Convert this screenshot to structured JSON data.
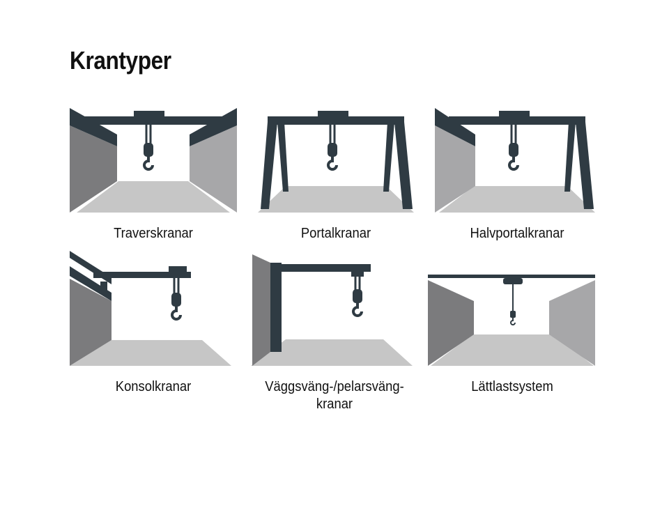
{
  "title": "Krantyper",
  "colors": {
    "steel": "#2f3b43",
    "wall_dark": "#7b7b7d",
    "wall_light": "#a7a7a9",
    "floor": "#c6c6c6",
    "background": "#ffffff"
  },
  "cranes": [
    {
      "label": "Traverskranar",
      "icon": "overhead-crane-icon"
    },
    {
      "label": "Portalkranar",
      "icon": "gantry-crane-icon"
    },
    {
      "label": "Halvportalkranar",
      "icon": "semi-gantry-crane-icon"
    },
    {
      "label": "Konsolkranar",
      "icon": "wall-console-crane-icon"
    },
    {
      "label": "Väggsväng-/pelarsväng-\nkranar",
      "icon": "jib-crane-icon"
    },
    {
      "label": "Lättlastsystem",
      "icon": "light-crane-system-icon"
    }
  ]
}
